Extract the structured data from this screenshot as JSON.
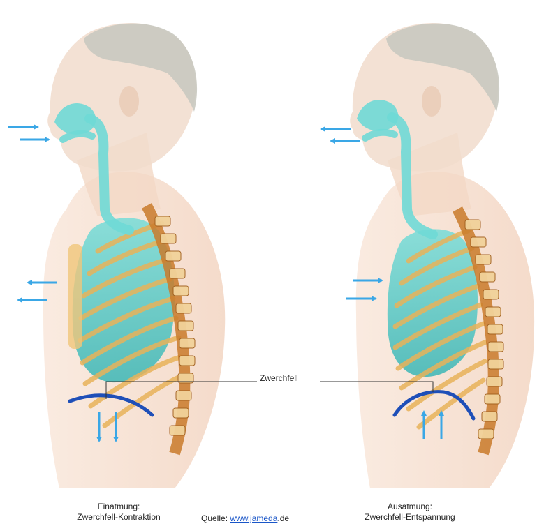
{
  "diagram": {
    "label_diaphragm": "Zwerchfell",
    "left": {
      "title": "Einatmung:",
      "subtitle": "Zwerchfell-Kontraktion"
    },
    "right": {
      "title": "Ausatmung:",
      "subtitle": "Zwerchfell-Entspannung"
    },
    "source": {
      "prefix": "Quelle: ",
      "link": "www.jameda",
      "suffix": ".de"
    }
  },
  "colors": {
    "airway": "#6fd9d6",
    "lung": "#4fc6c4",
    "skin": "#f5d9c8",
    "hair": "#c9c9c0",
    "rib": "#e8b35a",
    "spine": "#c97a2a",
    "arrow": "#3aa7e6",
    "diaphragm": "#1e4fb8"
  }
}
